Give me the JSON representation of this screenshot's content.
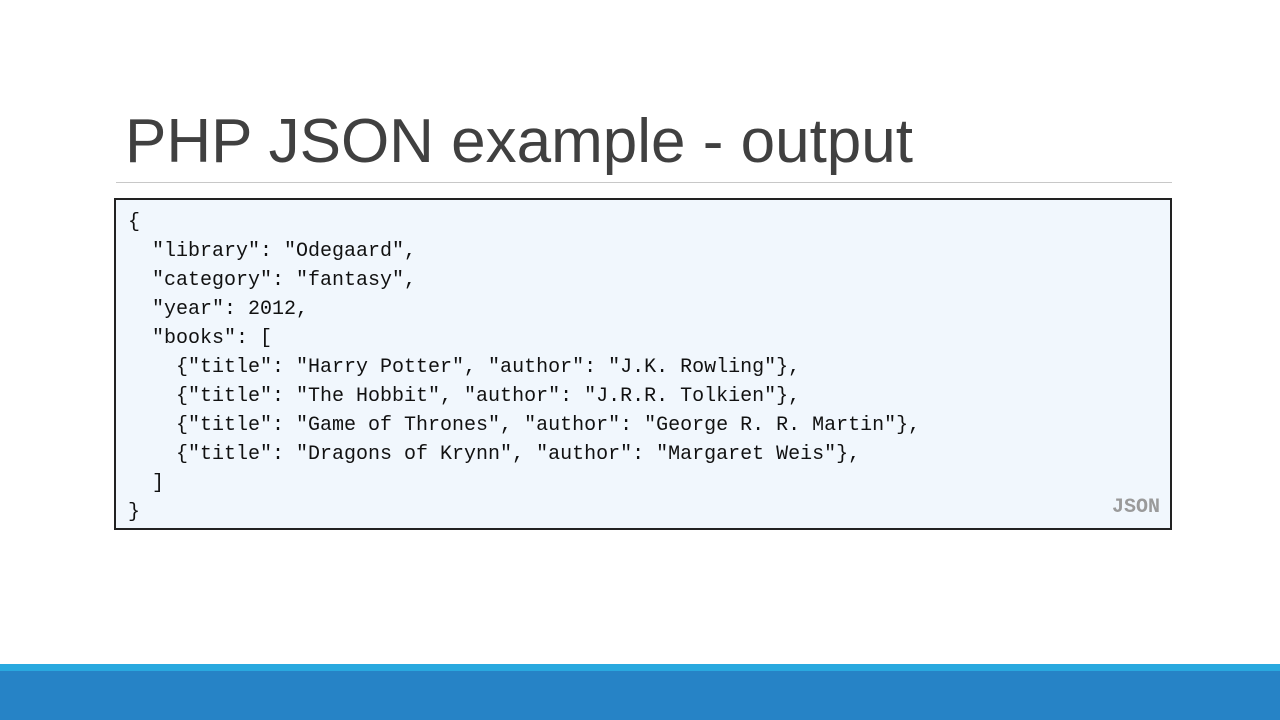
{
  "slide": {
    "title": "PHP JSON example - output"
  },
  "code_block": {
    "language_label": "JSON",
    "lines": [
      "{",
      "  \"library\": \"Odegaard\",",
      "  \"category\": \"fantasy\",",
      "  \"year\": 2012,",
      "  \"books\": [",
      "    {\"title\": \"Harry Potter\", \"author\": \"J.K. Rowling\"},",
      "    {\"title\": \"The Hobbit\", \"author\": \"J.R.R. Tolkien\"},",
      "    {\"title\": \"Game of Thrones\", \"author\": \"George R. R. Martin\"},",
      "    {\"title\": \"Dragons of Krynn\", \"author\": \"Margaret Weis\"},",
      "  ]",
      "}"
    ]
  },
  "theme": {
    "footer_accent_color": "#29a9df",
    "footer_bar_color": "#2683c6",
    "code_background": "#f1f7fd",
    "title_color": "#404040"
  }
}
